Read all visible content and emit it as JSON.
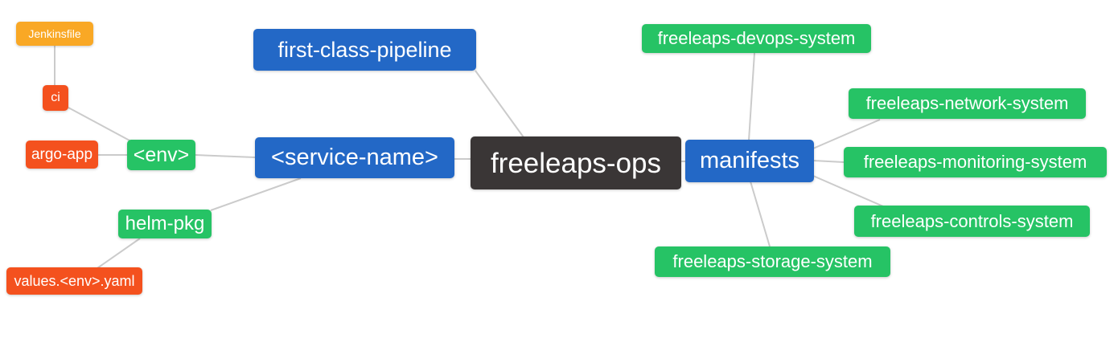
{
  "diagram": {
    "type": "mindmap",
    "root_label": "freeleaps-ops",
    "nodes": [
      {
        "id": "jenkinsfile",
        "label": "Jenkinsfile",
        "color_role": "orange"
      },
      {
        "id": "ci",
        "label": "ci",
        "color_role": "red"
      },
      {
        "id": "argo-app",
        "label": "argo-app",
        "color_role": "red"
      },
      {
        "id": "env",
        "label": "<env>",
        "color_role": "green"
      },
      {
        "id": "first-class-pipeline",
        "label": "first-class-pipeline",
        "color_role": "blue"
      },
      {
        "id": "service-name",
        "label": "<service-name>",
        "color_role": "blue"
      },
      {
        "id": "helm-pkg",
        "label": "helm-pkg",
        "color_role": "green"
      },
      {
        "id": "values-env-yaml",
        "label": "values.<env>.yaml",
        "color_role": "red"
      },
      {
        "id": "freeleaps-ops",
        "label": "freeleaps-ops",
        "color_role": "dark"
      },
      {
        "id": "manifests",
        "label": "manifests",
        "color_role": "blue"
      },
      {
        "id": "devops-system",
        "label": "freeleaps-devops-system",
        "color_role": "green"
      },
      {
        "id": "network-system",
        "label": "freeleaps-network-system",
        "color_role": "green"
      },
      {
        "id": "monitoring-system",
        "label": "freeleaps-monitoring-system",
        "color_role": "green"
      },
      {
        "id": "controls-system",
        "label": "freeleaps-controls-system",
        "color_role": "green"
      },
      {
        "id": "storage-system",
        "label": "freeleaps-storage-system",
        "color_role": "green"
      }
    ],
    "edges": [
      {
        "from": "jenkinsfile",
        "to": "ci"
      },
      {
        "from": "ci",
        "to": "env"
      },
      {
        "from": "argo-app",
        "to": "env"
      },
      {
        "from": "env",
        "to": "service-name"
      },
      {
        "from": "service-name",
        "to": "helm-pkg"
      },
      {
        "from": "helm-pkg",
        "to": "values-env-yaml"
      },
      {
        "from": "first-class-pipeline",
        "to": "freeleaps-ops"
      },
      {
        "from": "service-name",
        "to": "freeleaps-ops"
      },
      {
        "from": "freeleaps-ops",
        "to": "manifests"
      },
      {
        "from": "manifests",
        "to": "devops-system"
      },
      {
        "from": "manifests",
        "to": "network-system"
      },
      {
        "from": "manifests",
        "to": "monitoring-system"
      },
      {
        "from": "manifests",
        "to": "controls-system"
      },
      {
        "from": "manifests",
        "to": "storage-system"
      }
    ],
    "palette": {
      "orange": "#F9A825",
      "red": "#F4511E",
      "green": "#26C365",
      "blue": "#2368C6",
      "dark": "#3A3636",
      "edge_line": "#CBCBCB",
      "background": "#FFFFFF",
      "text": "#FFFFFF"
    }
  }
}
